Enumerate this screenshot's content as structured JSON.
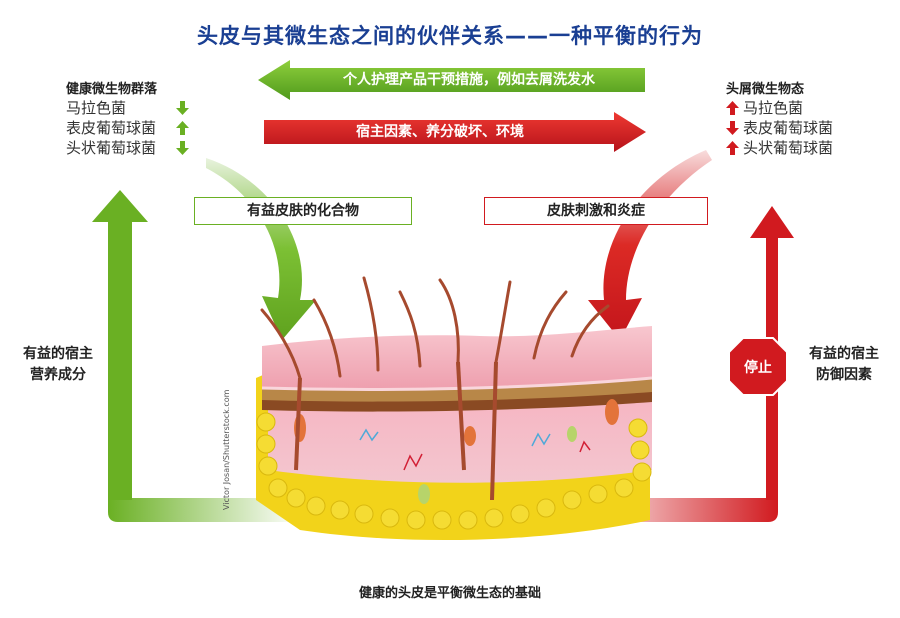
{
  "title": "头皮与其微生态之间的伙伴关系——一种平衡的行为",
  "left": {
    "heading": "健康微生物群落",
    "organisms": [
      {
        "name": "马拉色菌",
        "trend": "down"
      },
      {
        "name": "表皮葡萄球菌",
        "trend": "up"
      },
      {
        "name": "头状葡萄球菌",
        "trend": "down"
      }
    ],
    "box": "有益皮肤的化合物",
    "side_label": [
      "有益的宿主",
      "营养成分"
    ]
  },
  "right": {
    "heading": "头屑微生物态",
    "organisms": [
      {
        "name": "马拉色菌",
        "trend": "up"
      },
      {
        "name": "表皮葡萄球菌",
        "trend": "down"
      },
      {
        "name": "头状葡萄球菌",
        "trend": "up"
      }
    ],
    "box": "皮肤刺激和炎症",
    "stop": "停止",
    "side_label": [
      "有益的宿主",
      "防御因素"
    ]
  },
  "banners": {
    "green": "个人护理产品干预措施，例如去屑洗发水",
    "red": "宿主因素、养分破坏、环境"
  },
  "credit": "Victor Josan/Shutterstock.com",
  "caption": "健康的头皮是平衡微生态的基础",
  "colors": {
    "title": "#1a3f93",
    "green": "#6ab023",
    "red": "#d11a1f",
    "skin_top": "#f4b3bf",
    "fat": "#f1d31c",
    "dermis_brown": "#8a4a23",
    "hair": "#a64a2e"
  }
}
